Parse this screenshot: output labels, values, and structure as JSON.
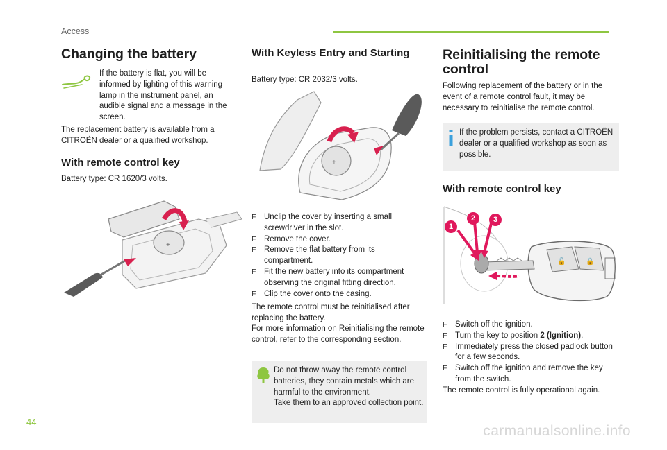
{
  "header": {
    "section": "Access",
    "accent_color": "#8ec641"
  },
  "page_number": "44",
  "watermark": "carmanualsonline.info",
  "col1": {
    "title": "Changing the battery",
    "warning_text": "If the battery is flat, you will be informed by lighting of this warning lamp in the instrument panel, an audible signal and a message in the screen.",
    "replacement_text": "The replacement battery is available from a CITROËN dealer or a qualified workshop.",
    "subtitle": "With remote control key",
    "battery_type": "Battery type: CR 1620/3 volts."
  },
  "col2": {
    "title": "With Keyless Entry and Starting",
    "battery_type": "Battery type: CR 2032/3 volts.",
    "steps": [
      "Unclip the cover by inserting a small screwdriver in the slot.",
      "Remove the cover.",
      "Remove the flat battery from its compartment.",
      "Fit the new battery into its compartment observing the original fitting direction.",
      "Clip the cover onto the casing."
    ],
    "reinit_note": "The remote control must be reinitialised after replacing the battery.",
    "more_info": "For more information on Reinitialising the remote control, refer to the corresponding section.",
    "env_note": "Do not throw away the remote control batteries, they contain metals which are harmful to the environment.",
    "env_note2": "Take them to an approved collection point."
  },
  "col3": {
    "title": "Reinitialising the remote control",
    "intro": "Following replacement of the battery or in the event of a remote control fault, it may be necessary to reinitialise the remote control.",
    "info_note": "If the problem persists, contact a CITROËN dealer or a qualified workshop as soon as possible.",
    "subtitle": "With remote control key",
    "markers": [
      "1",
      "2",
      "3"
    ],
    "marker_color": "#e0185c",
    "steps": [
      {
        "text": "Switch off the ignition."
      },
      {
        "prefix": "Turn the key to position ",
        "bold": "2 (Ignition)",
        "suffix": "."
      },
      {
        "text": "Immediately press the closed padlock button for a few seconds."
      },
      {
        "text": "Switch off the ignition and remove the key from the switch."
      }
    ],
    "final": "The remote control is fully operational again."
  }
}
